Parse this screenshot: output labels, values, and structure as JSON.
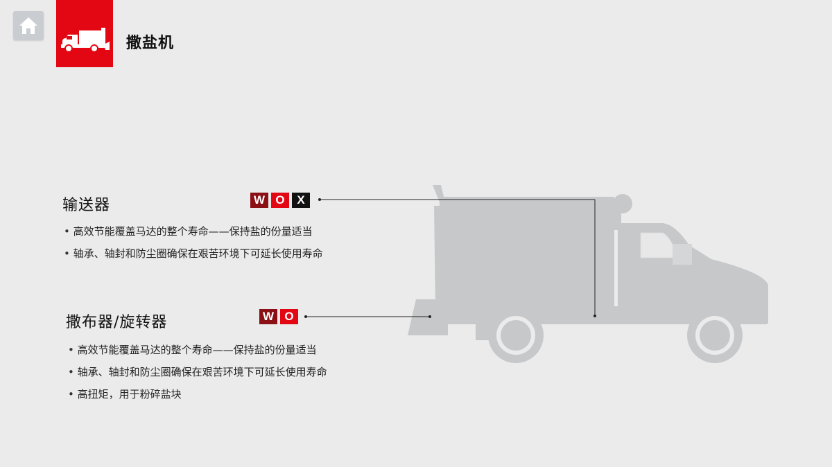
{
  "header": {
    "home_icon": "home-icon",
    "logo_icon": "salt-spreader-truck-icon",
    "title": "撒盐机"
  },
  "colors": {
    "accent_red": "#e30613",
    "dark_red": "#8a1015",
    "truck_gray": "#c6c8ca",
    "background": "#ebebeb"
  },
  "sections": [
    {
      "title": "输送器",
      "badges": [
        "W",
        "O",
        "X"
      ],
      "bullets": [
        "高效节能覆盖马达的整个寿命——保持盐的份量适当",
        "轴承、轴封和防尘圈确保在艰苦环境下可延长使用寿命"
      ]
    },
    {
      "title": "撒布器/旋转器",
      "badges": [
        "W",
        "O"
      ],
      "bullets": [
        "高效节能覆盖马达的整个寿命——保持盐的份量适当",
        "轴承、轴封和防尘圈确保在艰苦环境下可延长使用寿命",
        "高扭矩，用于粉碎盐块"
      ]
    }
  ]
}
